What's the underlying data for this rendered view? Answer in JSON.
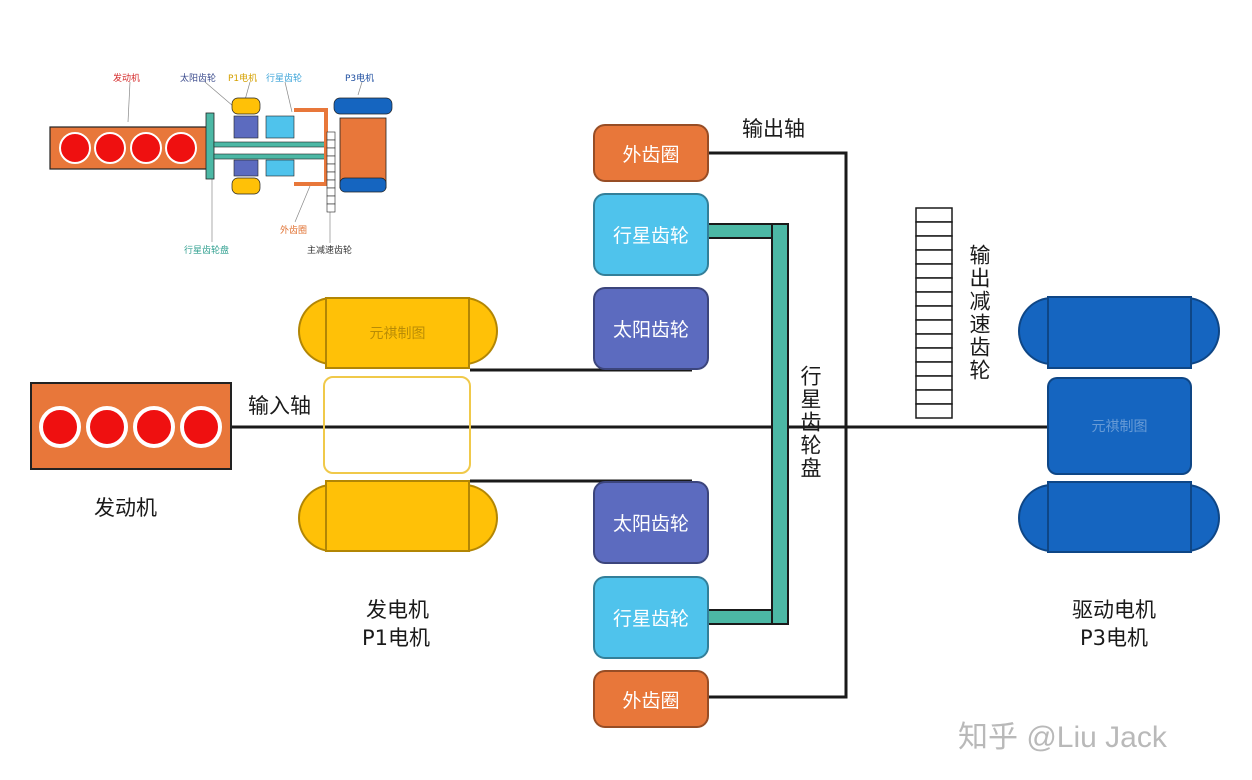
{
  "colors": {
    "engine": "#e8773a",
    "cylinder": "#ef1010",
    "generator": "#ffc107",
    "sun_gear": "#5c6bbf",
    "planet_gear": "#4fc3ec",
    "ring_gear": "#e8773a",
    "carrier": "#4cb8a5",
    "motor": "#1565c0",
    "shaft": "#1a1a1a"
  },
  "icons": {
    "engine": "engine-icon",
    "cylinder": "cylinder-icon",
    "generator": "generator-motor-icon",
    "drive_motor": "drive-motor-icon",
    "gear": "gear-icon"
  },
  "mini": {
    "engine": "发动机",
    "sun_gear": "太阳齿轮",
    "p1_motor": "P1电机",
    "planet_gear": "行星齿轮",
    "p3_motor": "P3电机",
    "carrier": "行星齿轮盘",
    "ring_gear": "外齿圈",
    "main_reducer": "主减速齿轮"
  },
  "main": {
    "output_shaft": "输出轴",
    "input_shaft": "输入轴",
    "output_reduction_gear": "输出减速齿轮",
    "planet_carrier": "行星齿轮盘",
    "engine": "发动机",
    "generator_line1": "发电机",
    "generator_line2": "P1电机",
    "motor_line1": "驱动电机",
    "motor_line2": "P3电机",
    "ring_gear": "外齿圈",
    "planet_gear": "行星齿轮",
    "sun_gear": "太阳齿轮",
    "watermark": "元祺制图"
  },
  "attribution": "知乎 @Liu Jack"
}
